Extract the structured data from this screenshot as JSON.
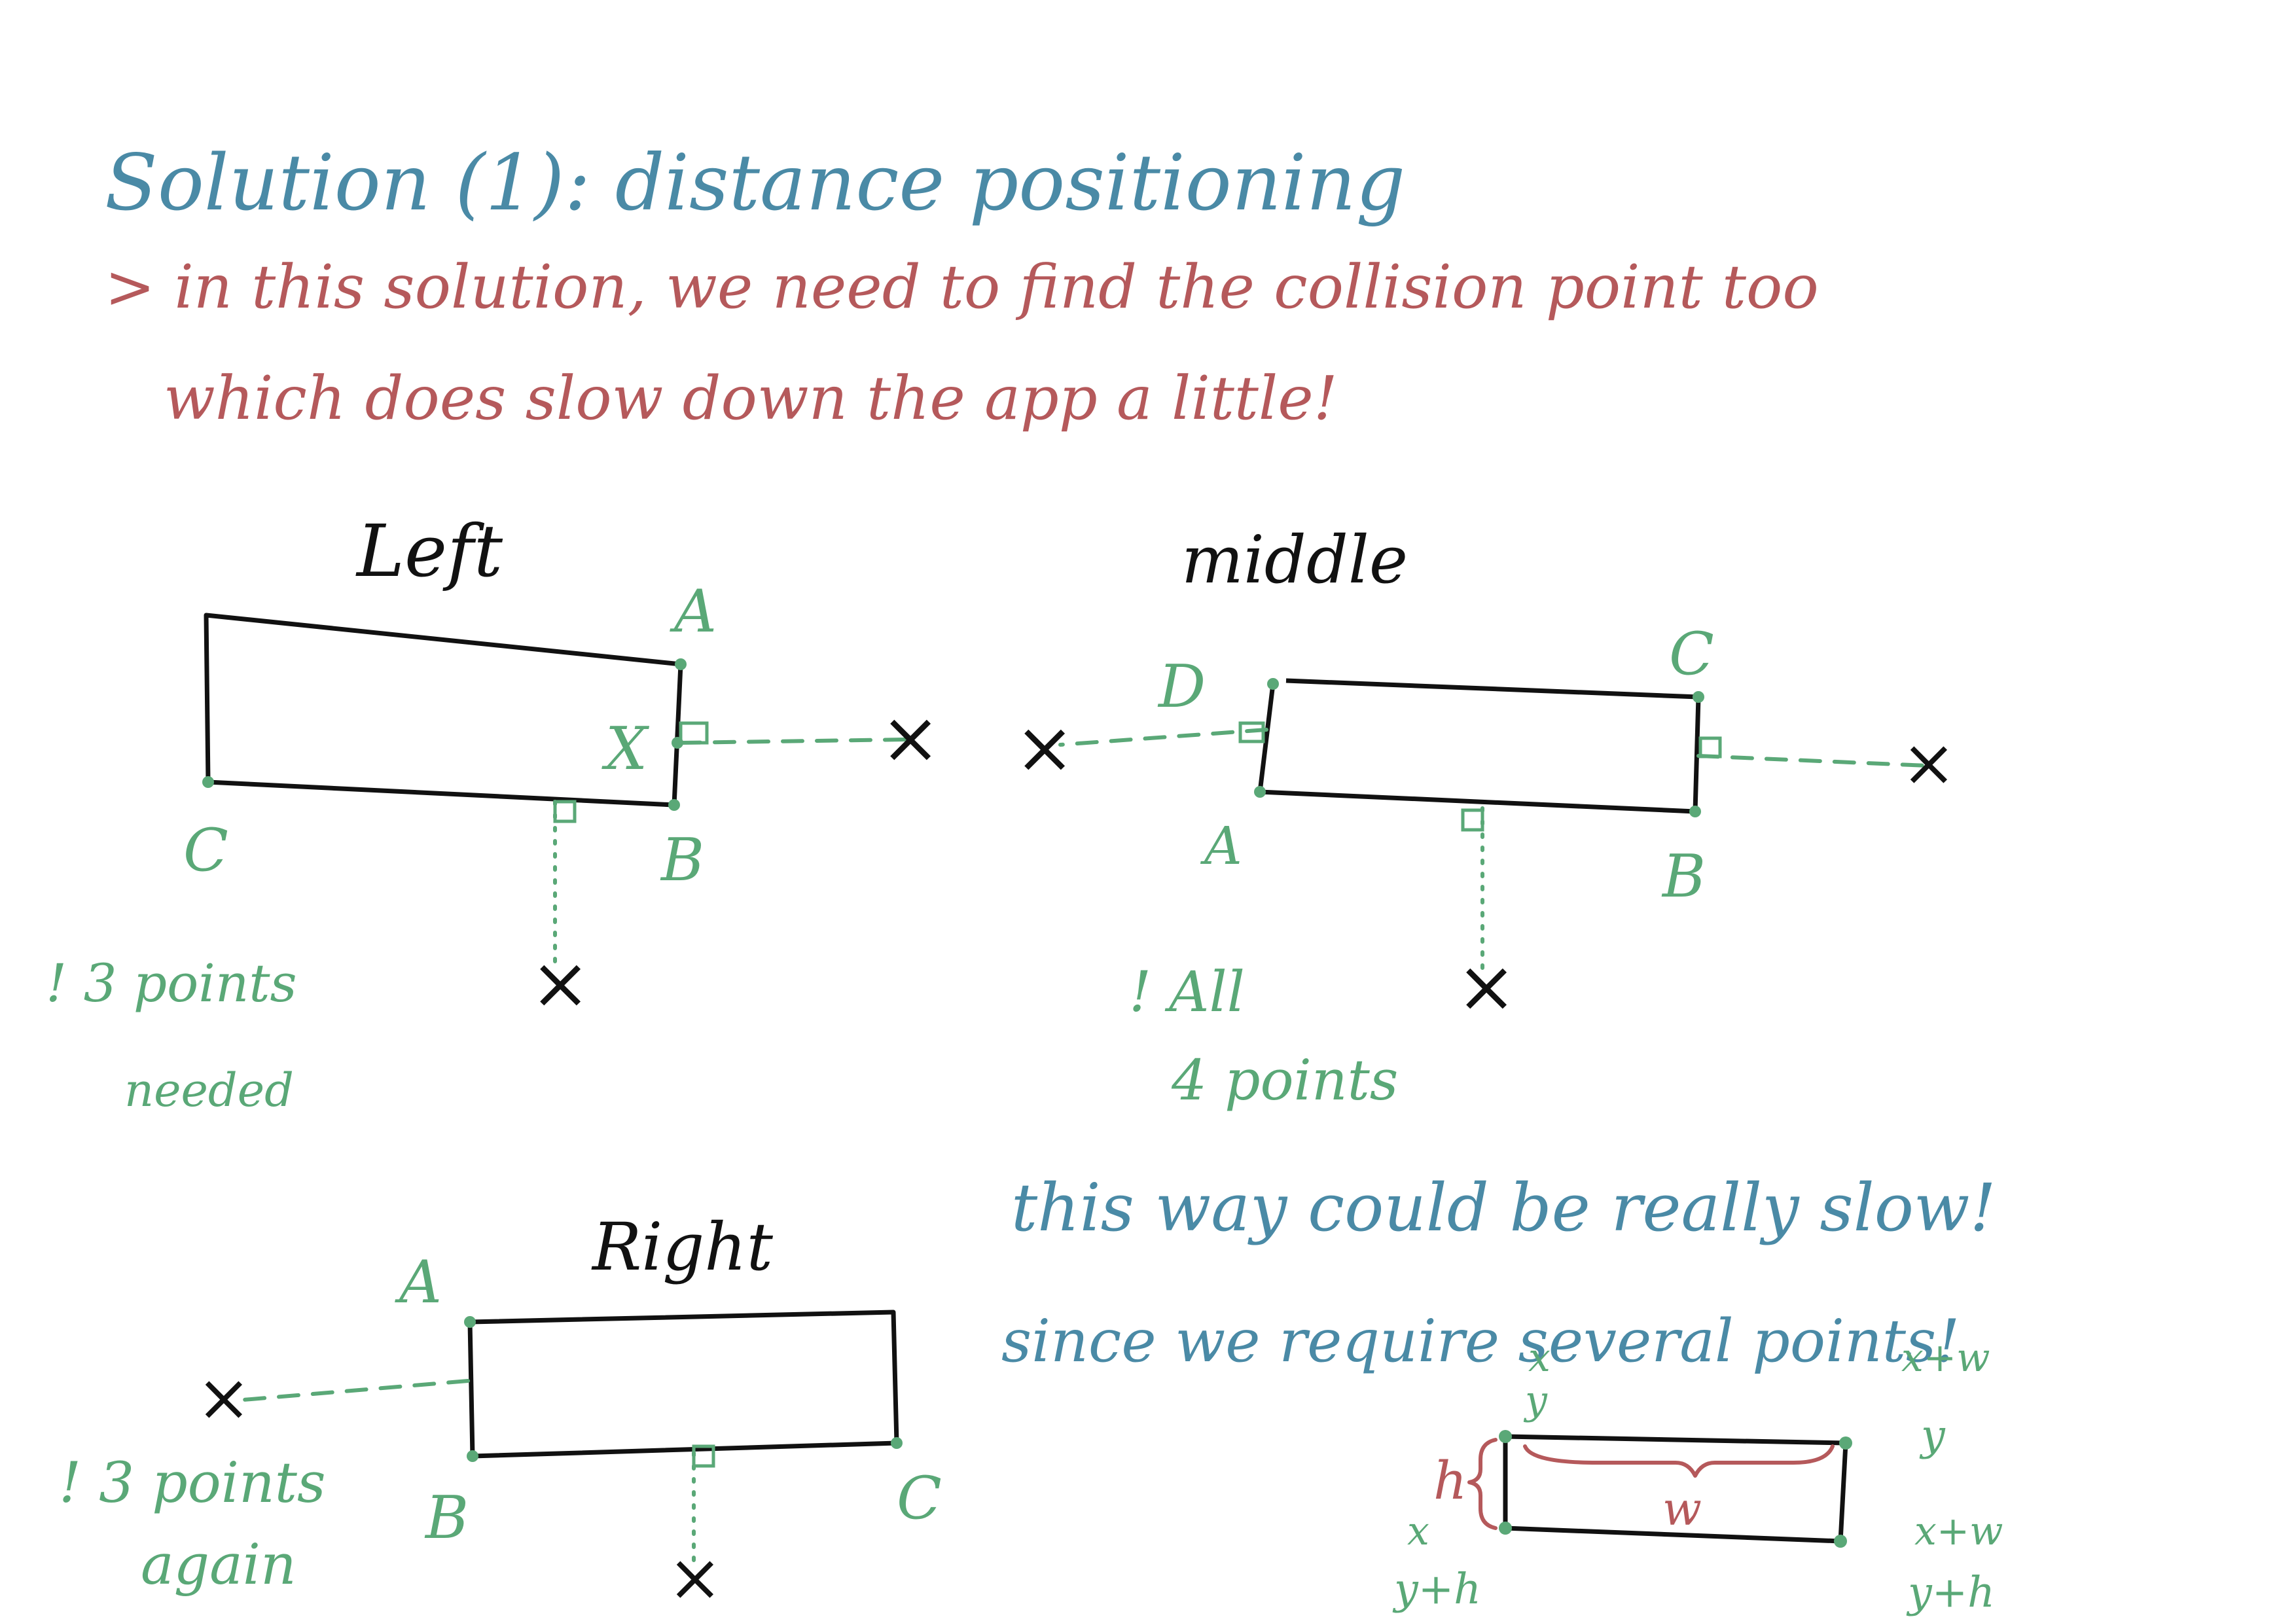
{
  "title": "Solution (1): distance positioning",
  "note_line1": "> in this solution, we need to find the collision point too",
  "note_line2": "which does slow down the app a little!",
  "panels": {
    "left": {
      "label": "Left",
      "A": "A",
      "X": "X",
      "C": "C",
      "B": "B",
      "note_line1": "! 3 points",
      "note_line2": "needed"
    },
    "middle": {
      "label": "middle",
      "D": "D",
      "C": "C",
      "A": "A",
      "B": "B",
      "note_line1": "! All",
      "note_line2": "4 points"
    },
    "right": {
      "label": "Right",
      "A": "A",
      "B": "B",
      "C": "C",
      "note_line1": "! 3 points",
      "note_line2": "again"
    }
  },
  "conclusion_line1": "this way could be really slow!",
  "conclusion_line2": "since we require several points!",
  "coords": {
    "top_left_x": "x",
    "top_left_y": "y",
    "top_right_x": "x+w",
    "top_right_y": "y",
    "bottom_left_x": "x",
    "bottom_left_y": "y+h",
    "bottom_right_x": "x+w",
    "bottom_right_y": "y+h",
    "height": "h",
    "width": "w"
  },
  "point_marker": "×",
  "colors": {
    "title": "#4a8aa6",
    "notes": "#b5595b",
    "labels": "#5aa877",
    "ink": "#111111"
  }
}
